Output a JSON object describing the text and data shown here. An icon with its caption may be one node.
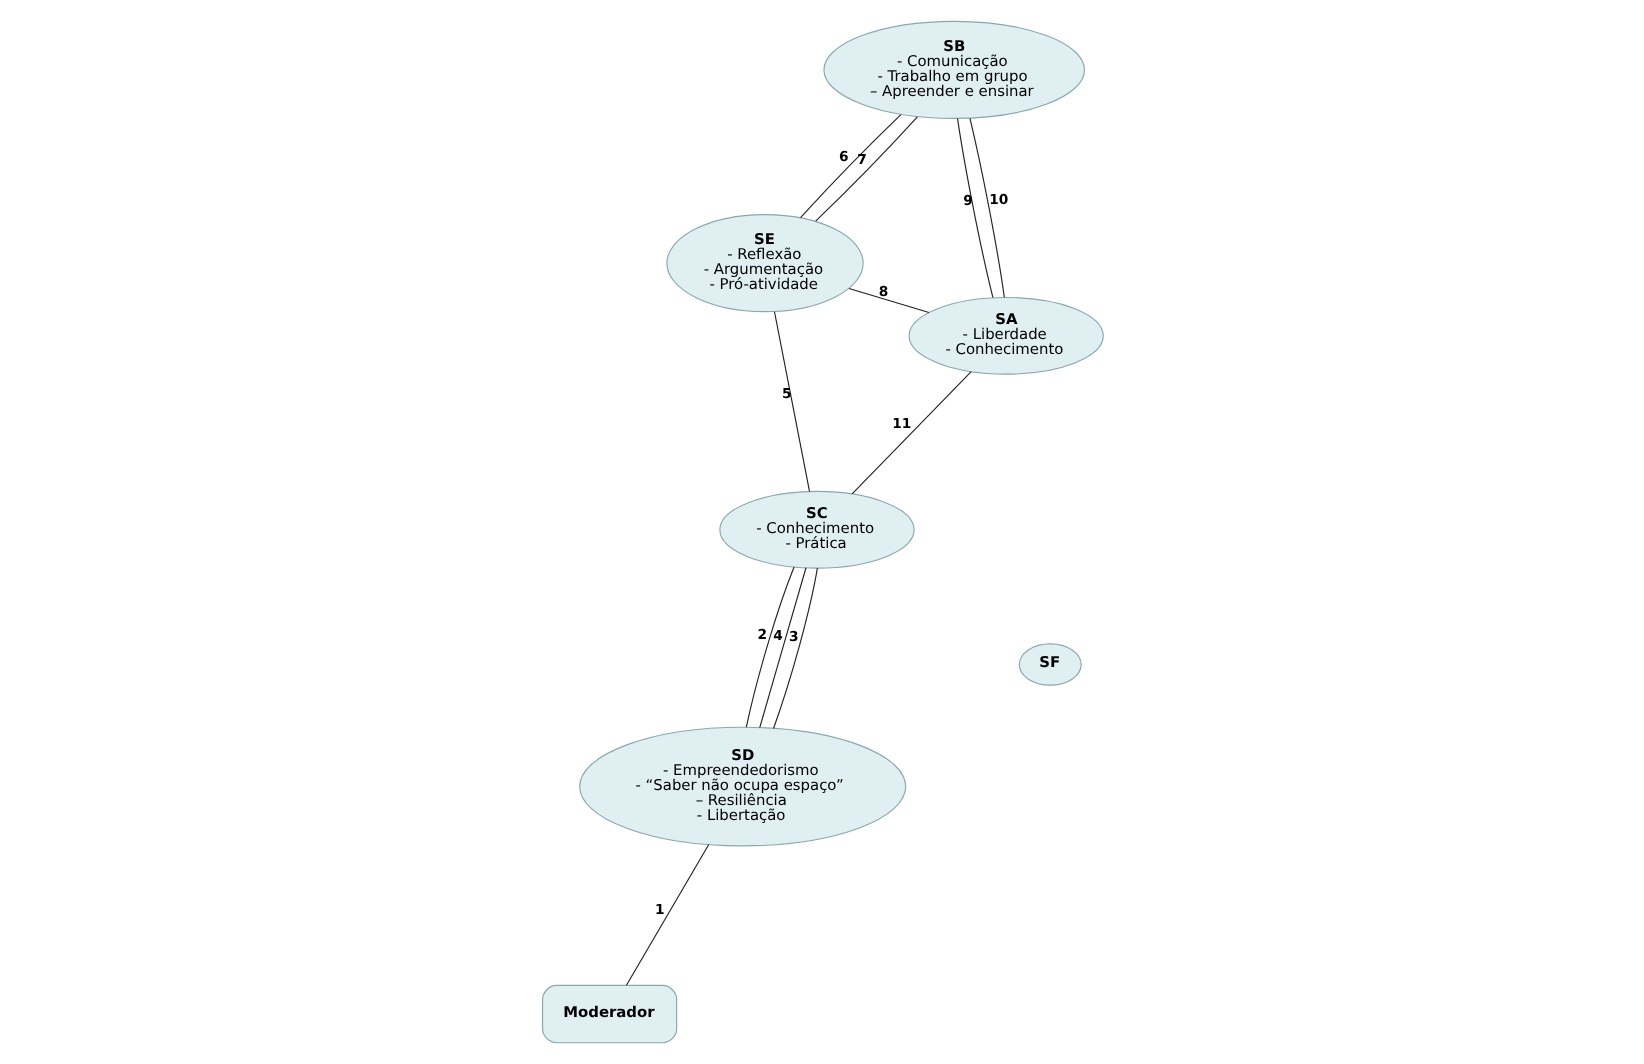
{
  "diagram": {
    "nodes": [
      {
        "text": [
          "SE",
          "- Reflexão",
          "- Argumentação",
          "- Pró-atividade"
        ]
      },
      {
        "text": [
          "SC",
          "- Conhecimento",
          "- Prática"
        ]
      },
      {
        "text": [
          "SD",
          "- Empreendedorismo",
          "- “Saber não ocupa espaço”",
          "– Resiliência",
          "- Libertação"
        ]
      },
      {
        "text": [
          "SA",
          "- Liberdade",
          "- Conhecimento"
        ]
      },
      {
        "text": [
          "SB",
          "- Comunicação",
          "- Trabalho em grupo",
          "– Apreender e ensinar"
        ]
      },
      {
        "text": [
          "SF"
        ]
      },
      {
        "text": [
          "Moderador"
        ]
      }
    ],
    "edges": [
      {
        "from": 2,
        "to": 6,
        "arrow": "none",
        "label": "1"
      },
      {
        "from": 2,
        "to": 1,
        "arrow": "none",
        "label": "2"
      },
      {
        "from": 2,
        "to": 1,
        "arrow": "none",
        "label": "3"
      },
      {
        "from": 2,
        "to": 1,
        "arrow": "none",
        "label": "4"
      },
      {
        "from": 0,
        "to": 1,
        "arrow": "none",
        "label": "5"
      },
      {
        "from": 0,
        "to": 4,
        "arrow": "none",
        "label": "6"
      },
      {
        "from": 0,
        "to": 4,
        "arrow": "none",
        "label": "7"
      },
      {
        "from": 0,
        "to": 3,
        "arrow": "none",
        "label": "8"
      },
      {
        "from": 3,
        "to": 4,
        "arrow": "none",
        "label": "9"
      },
      {
        "from": 3,
        "to": 4,
        "arrow": "none",
        "label": "10"
      },
      {
        "from": 1,
        "to": 3,
        "arrow": "none",
        "label": "11"
      }
    ]
  }
}
